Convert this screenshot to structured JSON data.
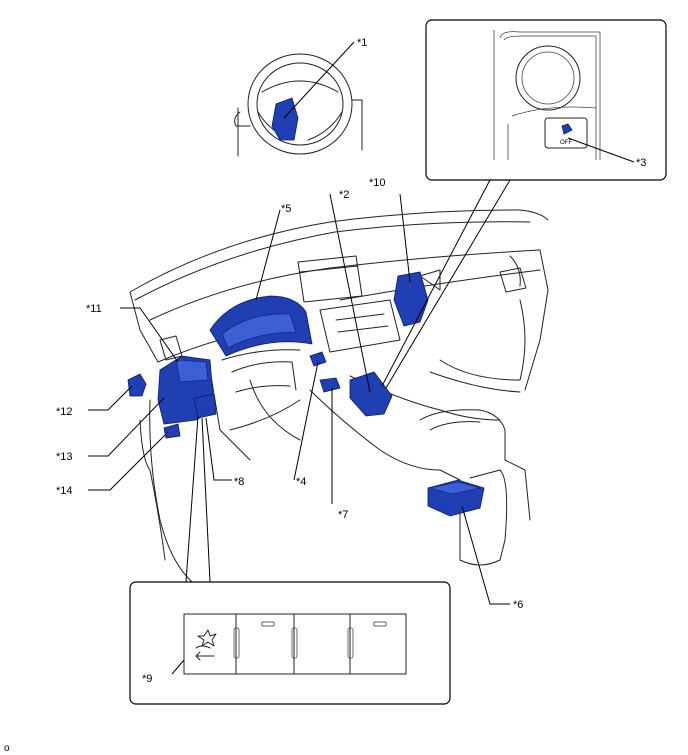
{
  "callouts": {
    "c1": "*1",
    "c2": "*2",
    "c3": "*3",
    "c4": "*4",
    "c5": "*5",
    "c6": "*6",
    "c7": "*7",
    "c8": "*8",
    "c9": "*9",
    "c10": "*10",
    "c11": "*11",
    "c12": "*12",
    "c13": "*13",
    "c14": "*14"
  },
  "switch_labels": {
    "off": "OFF"
  },
  "footer": {
    "code": "o"
  },
  "colors": {
    "part_fill": "#1f3fb3",
    "outline": "#222222"
  }
}
